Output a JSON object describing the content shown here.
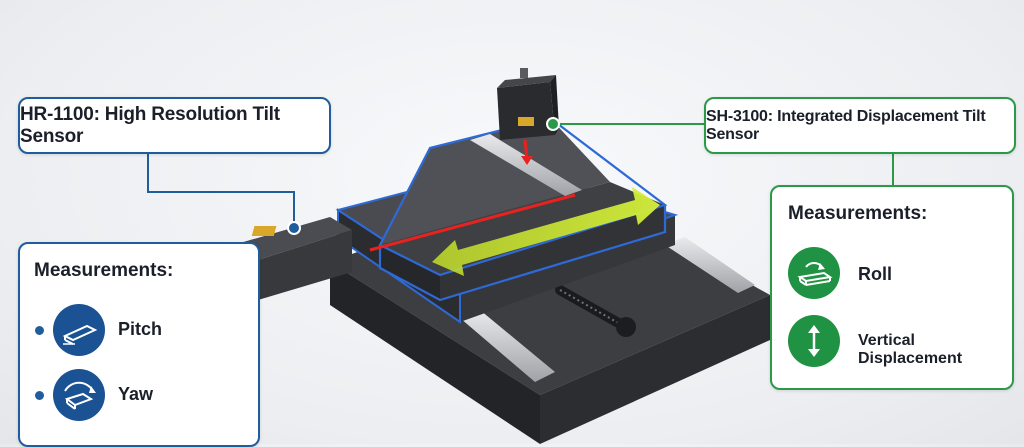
{
  "left_callout": {
    "title": "HR-1100: High Resolution Tilt Sensor",
    "measurements_heading": "Measurements:",
    "items": [
      {
        "label": "Pitch",
        "icon": "pitch-icon"
      },
      {
        "label": "Yaw",
        "icon": "yaw-icon"
      }
    ]
  },
  "right_callout": {
    "title": "SH-3100: Integrated Displacement Tilt Sensor",
    "measurements_heading": "Measurements:",
    "items": [
      {
        "label": "Roll",
        "icon": "roll-icon"
      },
      {
        "label": "Vertical Displacement",
        "icon": "vertical-arrows-icon"
      }
    ]
  },
  "colors": {
    "blue": "#1f5d9c",
    "green": "#2a9a48",
    "laser": "#e8231f",
    "arrow": "#c8e632"
  }
}
